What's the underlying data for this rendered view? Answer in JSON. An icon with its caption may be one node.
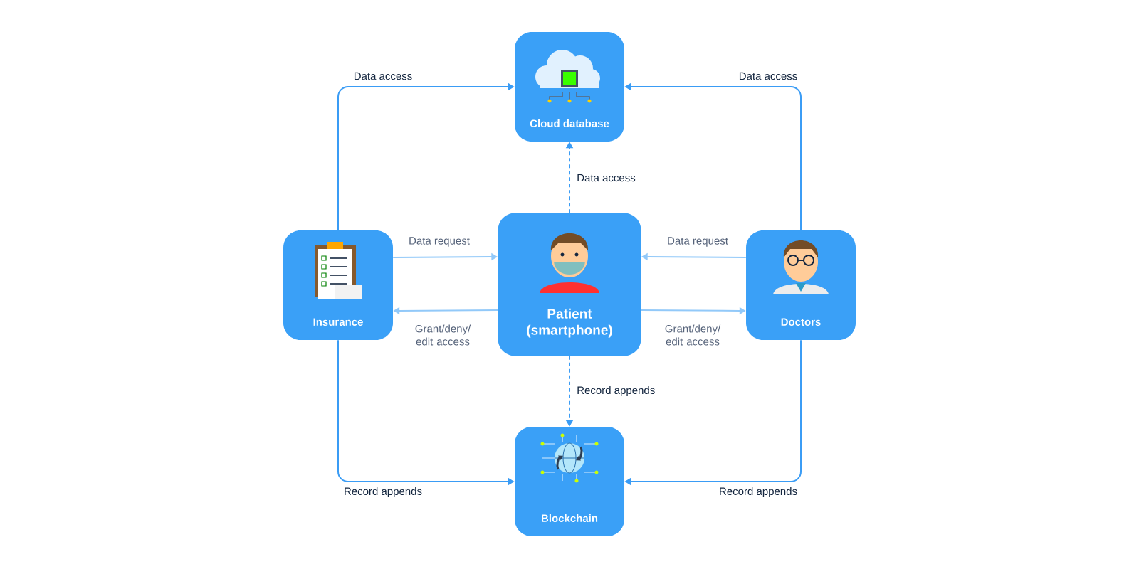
{
  "diagram": {
    "nodes": [
      {
        "text": [
          "Cloud database"
        ]
      },
      {
        "text": [
          "Insurance"
        ]
      },
      {
        "text": [
          "Patient (smartphone)"
        ]
      },
      {
        "text": [
          "Doctors"
        ]
      },
      {
        "text": [
          "Blockchain"
        ]
      }
    ],
    "edges": [
      {
        "from": 1,
        "to": 0,
        "arrow": "to",
        "label": "Data access"
      },
      {
        "from": 3,
        "to": 0,
        "arrow": "to",
        "label": "Data access"
      },
      {
        "from": 2,
        "to": 0,
        "arrow": "to",
        "label": "Data access",
        "style": "dashed"
      },
      {
        "from": 1,
        "to": 2,
        "arrow": "to",
        "label": "Data request",
        "color": "#92c9f9"
      },
      {
        "from": 2,
        "to": 1,
        "arrow": "to",
        "label": "Grant/deny/ edit access",
        "color": "#92c9f9"
      },
      {
        "from": 3,
        "to": 2,
        "arrow": "to",
        "label": "Data request",
        "color": "#92c9f9"
      },
      {
        "from": 2,
        "to": 3,
        "arrow": "to",
        "label": "Grant/deny/ edit access",
        "color": "#92c9f9"
      },
      {
        "from": 2,
        "to": 4,
        "arrow": "to",
        "label": "Record appends",
        "style": "dashed"
      },
      {
        "from": 1,
        "to": 4,
        "arrow": "to",
        "label": "Record appends"
      },
      {
        "from": 3,
        "to": 4,
        "arrow": "to",
        "label": "Record appends"
      }
    ]
  }
}
